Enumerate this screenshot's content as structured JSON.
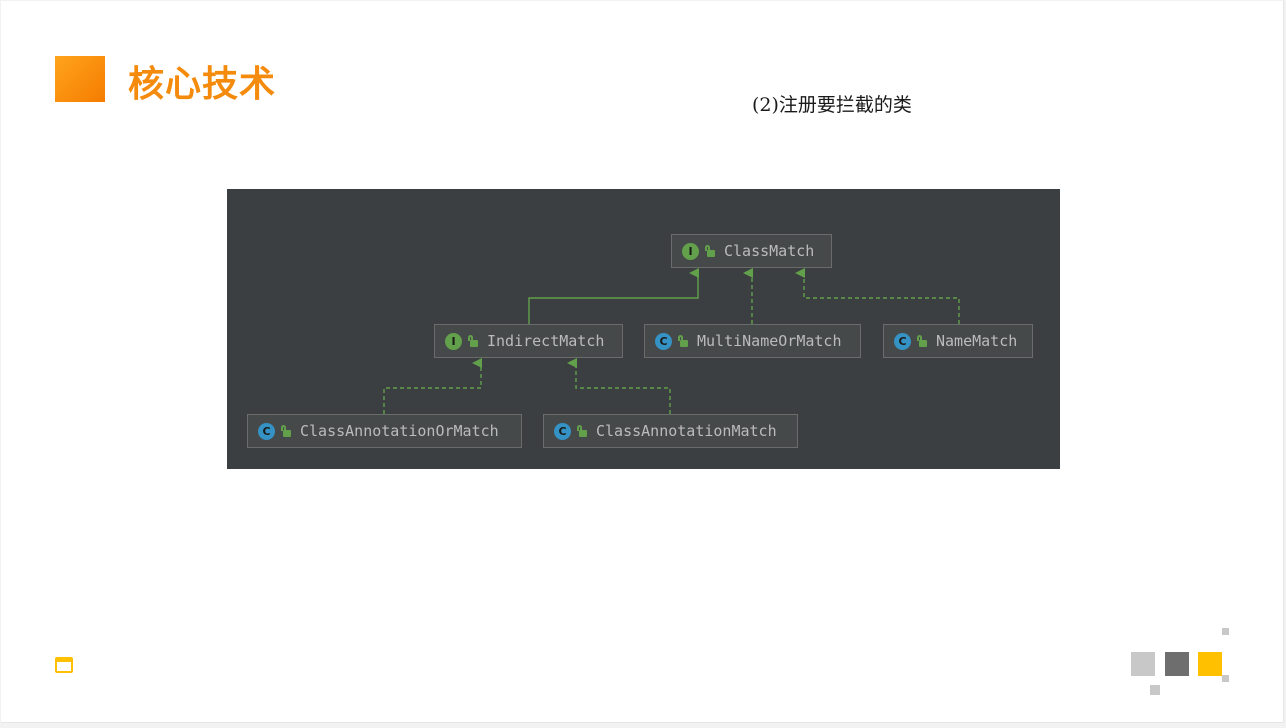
{
  "slide": {
    "title": "核心技术",
    "subtitle": "(2)注册要拦截的类"
  },
  "diagram": {
    "nodes": [
      {
        "id": "ClassMatch",
        "label": "ClassMatch",
        "kind": "interface",
        "badge": "I"
      },
      {
        "id": "IndirectMatch",
        "label": "IndirectMatch",
        "kind": "interface",
        "badge": "I"
      },
      {
        "id": "MultiNameOrMatch",
        "label": "MultiNameOrMatch",
        "kind": "class",
        "badge": "C"
      },
      {
        "id": "NameMatch",
        "label": "NameMatch",
        "kind": "class",
        "badge": "C"
      },
      {
        "id": "ClassAnnotationOrMatch",
        "label": "ClassAnnotationOrMatch",
        "kind": "class",
        "badge": "C"
      },
      {
        "id": "ClassAnnotationMatch",
        "label": "ClassAnnotationMatch",
        "kind": "class",
        "badge": "C"
      }
    ],
    "edges": [
      {
        "from": "IndirectMatch",
        "to": "ClassMatch",
        "relation": "extends"
      },
      {
        "from": "MultiNameOrMatch",
        "to": "ClassMatch",
        "relation": "implements"
      },
      {
        "from": "NameMatch",
        "to": "ClassMatch",
        "relation": "implements"
      },
      {
        "from": "ClassAnnotationOrMatch",
        "to": "IndirectMatch",
        "relation": "implements"
      },
      {
        "from": "ClassAnnotationMatch",
        "to": "IndirectMatch",
        "relation": "implements"
      }
    ]
  },
  "icons": {
    "interface_badge": "interface-badge-icon",
    "class_badge": "class-badge-icon",
    "visibility": "unlocked-icon",
    "footer": "calendar-icon"
  },
  "colors": {
    "accent": "#f58b0c",
    "diagram_bg": "#3c3f41",
    "edge": "#62a04b",
    "interface_badge": "#62a04b",
    "class_badge": "#3592c4",
    "footer_icon": "#ffc000"
  }
}
